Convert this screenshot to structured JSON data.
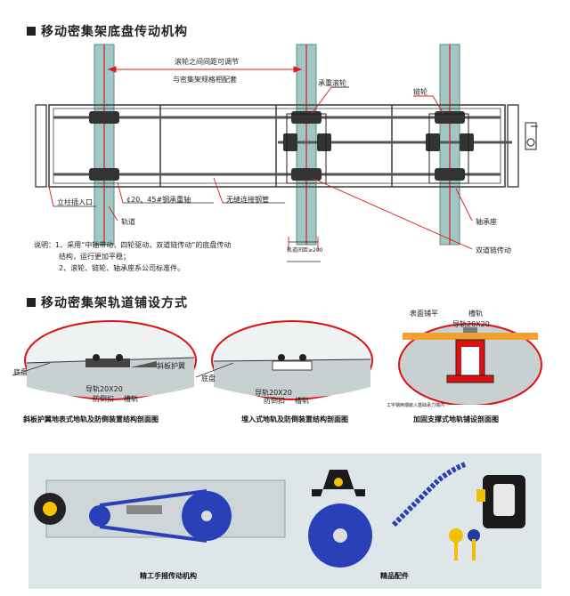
{
  "section1": {
    "title": "移动密集架底盘传动机构",
    "labels": {
      "spacing_note_line1": "滚轮之间间距可调节",
      "spacing_note_line2": "与密集架规格相配套",
      "heavy_wheel": "承重滚轮",
      "sprocket": "链轮",
      "post_entry": "立柱插入口",
      "bearing_shaft": "¢20、45#钢承重轴",
      "seamless_tube": "无缝连接钢管",
      "rail": "轨道",
      "bearing_seat": "轴承座",
      "double_chain": "双道链传动",
      "rail_width": "轨道间距≥200"
    },
    "notes": [
      "说明：1、采用“中轴带动，四轮驱动，双道链传动”的底盘传动",
      "结构，运行更加平稳；",
      "2、滚轮、链轮、轴承座系公司标准件。"
    ]
  },
  "section2": {
    "title": "移动密集架轨道铺设方式",
    "diagrams": [
      {
        "caption": "斜板护翼地表式地轨及防倒装置结构剖面图",
        "labels": {
          "floor": "底盘",
          "guard": "斜板护翼",
          "rail": "导轨20X20",
          "anti_tip": "防倒扣",
          "slot": "槽轨"
        }
      },
      {
        "caption": "埋入式地轨及防倒装置结构剖面图",
        "labels": {
          "floor": "底盘",
          "rail": "导轨20X20",
          "anti_tip": "防倒扣",
          "slot": "槽轨"
        }
      },
      {
        "caption": "加固支撑式地轨铺设剖面图",
        "labels": {
          "surface": "表面铺平",
          "slot": "槽轨",
          "rail": "导轨20X20",
          "beam": "工字钢两端嵌入基础承力墙内"
        }
      }
    ]
  },
  "section3": {
    "captions": {
      "hand_crank": "精工手摇传动机构",
      "parts": "精品配件"
    }
  },
  "colors": {
    "rail": "#9fc8c4",
    "accent_red": "#e11a1a",
    "frame": "#444444",
    "photo_bg": "#dfe6ea",
    "chain_blue": "#2a40b8"
  }
}
